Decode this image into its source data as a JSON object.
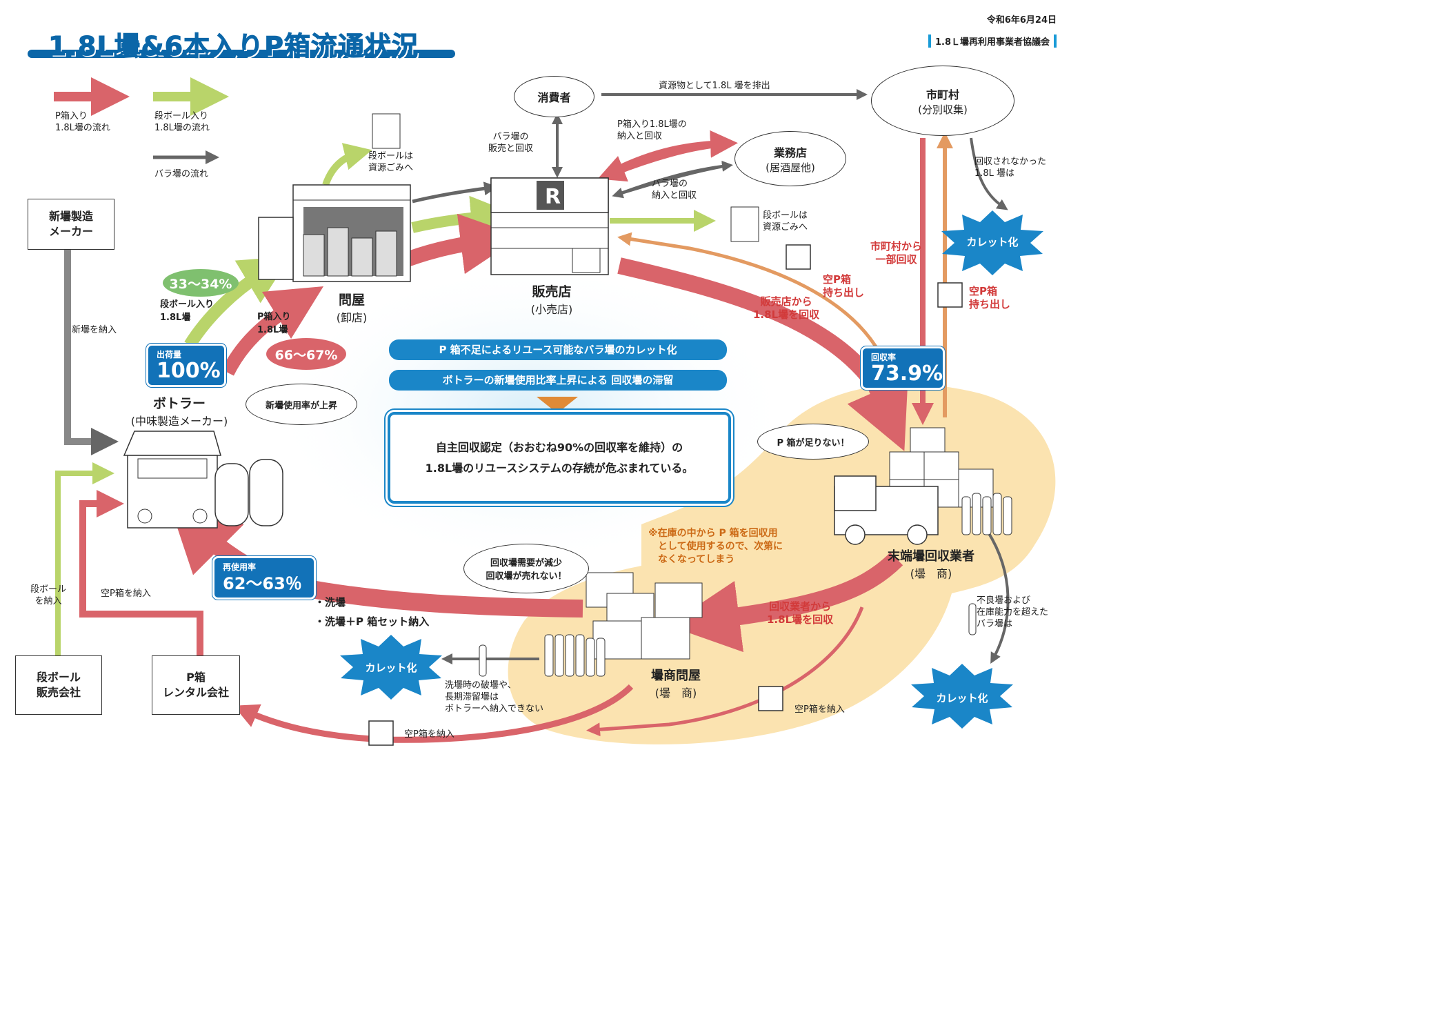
{
  "header": {
    "title": "1.8L壜&6本入りP箱流通状況",
    "date": "令和6年6月24日",
    "org": "1.8Ｌ壜再利用事業者協議会"
  },
  "legend": {
    "red": "P箱入り\n1.8L壜の流れ",
    "green": "段ボール入り\n1.8L壜の流れ",
    "gray": "バラ壜の流れ"
  },
  "nodes": {
    "consumer": "消費者",
    "municipality_name": "市町村",
    "municipality_sub": "(分別収集)",
    "business_name": "業務店",
    "business_sub": "(居酒屋他)",
    "new_bottle_maker": "新壜製造\nメーカー",
    "wholesaler_name": "問屋",
    "wholesaler_sub": "(卸店)",
    "retailer_name": "販売店",
    "retailer_sub": "(小売店)",
    "bottler_name": "ボトラー",
    "bottler_sub": "(中味製造メーカー)",
    "terminal_collector_name": "末端壜回収業者",
    "terminal_collector_sub": "(壜　商)",
    "bottle_wholesaler_name": "壜商問屋",
    "bottle_wholesaler_sub": "(壜　商)",
    "cardboard_seller": "段ボール\n販売会社",
    "pbox_rental": "P箱\nレンタル会社"
  },
  "labels": {
    "discharge": "資源物として1.8L 壜を排出",
    "loose_sales": "バラ壜の\n販売と回収",
    "pbox_delivery": "P箱入り1.8L壜の\n納入と回収",
    "loose_delivery": "バラ壜の\n納入と回収",
    "cardboard_waste_1": "段ボールは\n資源ごみへ",
    "cardboard_waste_2": "段ボールは\n資源ごみへ",
    "not_collected": "回収されなかった\n1.8L 壜は",
    "municipality_partial": "市町村から\n一部回収",
    "empty_pbox_out_1": "空P箱\n持ち出し",
    "empty_pbox_out_2": "空P箱\n持ち出し",
    "from_retailer": "販売店から\n1.8L壜を回収",
    "new_bottle_delivery": "新壜を納入",
    "cardboard_delivery": "段ボール\nを納入",
    "empty_pbox_delivery_1": "空P箱を納入",
    "empty_pbox_delivery_2": "空P箱を納入",
    "empty_pbox_delivery_3": "空P箱を納入",
    "from_collector": "回収業者から\n1.8L壜を回収",
    "wash_1": "・洗壜",
    "wash_2": "・洗壜＋P 箱セット納入",
    "broken": "洗壜時の破壜や、\n長期滞留壜は\nボトラーへ納入できない",
    "defective": "不良壜および\n在庫能力を超えた\nバラ壜は",
    "cardboard_share_label": "段ボール入り\n1.8L壜",
    "pbox_share_label": "P箱入り\n1.8L壜",
    "note": "※在庫の中から P 箱を回収用\n　として使用するので、次第に\n　なくなってしまう"
  },
  "stats": {
    "cardboard_share": "33〜34%",
    "pbox_share": "66〜67%",
    "shipment_label": "出荷量",
    "shipment_value": "100%",
    "collection_label": "回収率",
    "collection_value": "73.9%",
    "reuse_label": "再使用率",
    "reuse_value": "62〜63％"
  },
  "speech": {
    "new_bottle_rising": "新壜使用率が上昇",
    "pbox_shortage": "P 箱が足りない！",
    "demand_drop": "回収壜需要が減少\n回収壜が売れない！"
  },
  "issues": {
    "issue_1": "P 箱不足によるリユース可能なバラ壜のカレット化",
    "issue_2": "ボトラーの新壜使用比率上昇による 回収壜の滞留",
    "conclusion_1": "自主回収認定（おおむね90%の回収率を維持）の",
    "conclusion_2": "1.8L壜のリユースシステムの存続が危ぶまれている。"
  },
  "cullet": {
    "c1": "カレット化",
    "c2": "カレット化",
    "c3": "カレット化"
  },
  "colors": {
    "red": "#d9646a",
    "green": "#b9d46a",
    "gray": "#666666",
    "orange": "#e39a61",
    "blue": "#1a86c8",
    "sand": "#fbe3b0"
  }
}
